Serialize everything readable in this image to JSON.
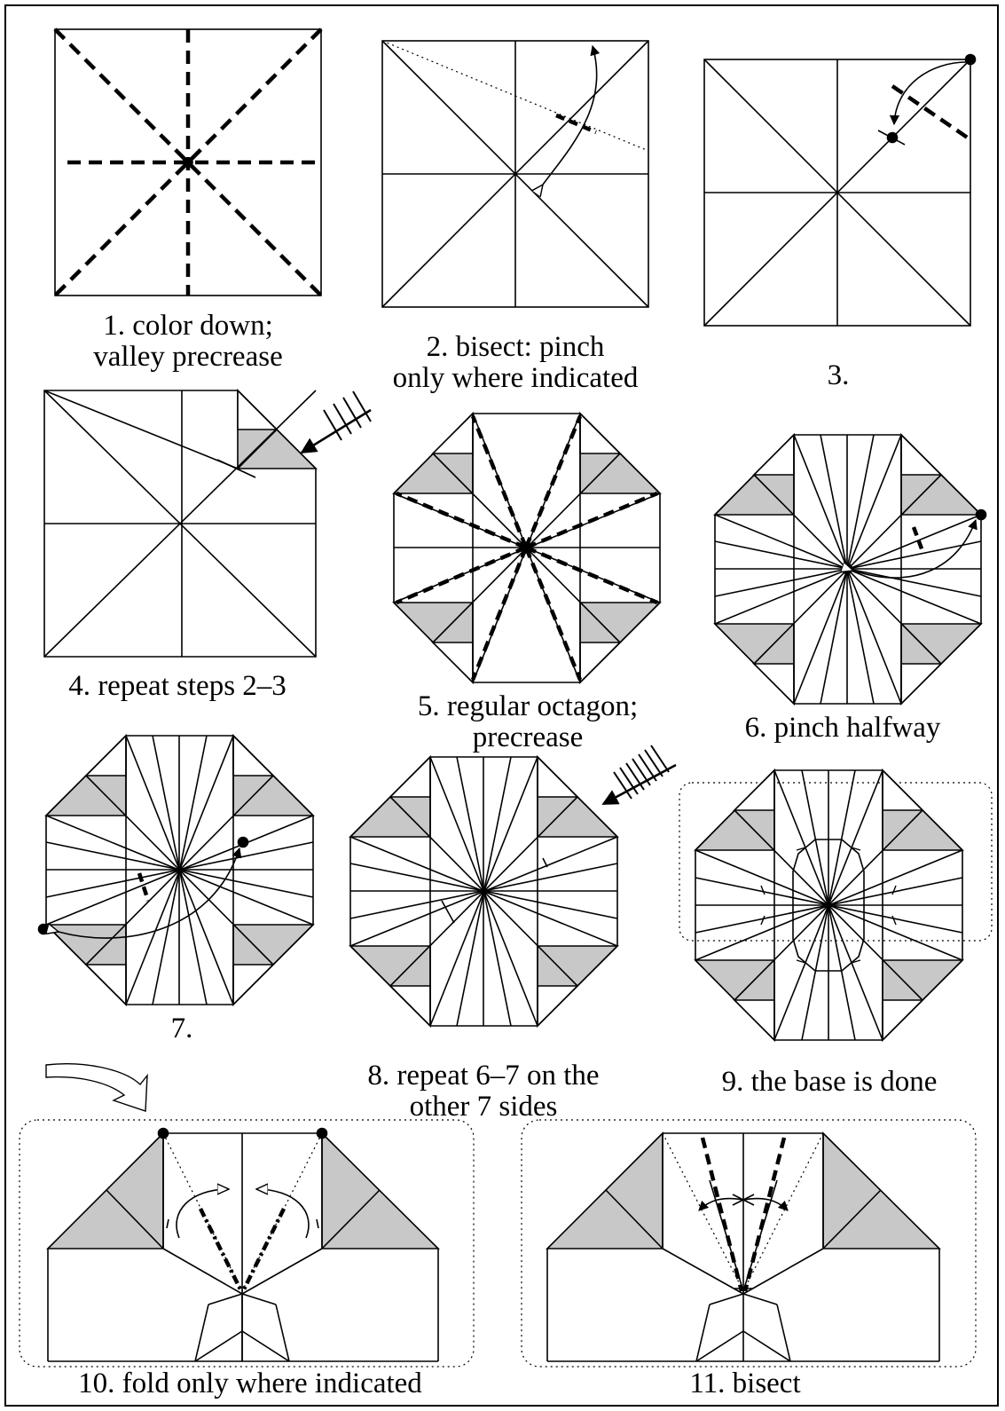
{
  "steps": [
    {
      "num": "1",
      "lines": [
        "1. color down;",
        "valley precrease"
      ]
    },
    {
      "num": "2",
      "lines": [
        "2. bisect: pinch",
        "only where indicated"
      ]
    },
    {
      "num": "3",
      "lines": [
        "3."
      ]
    },
    {
      "num": "4",
      "lines": [
        "4. repeat steps 2–3"
      ]
    },
    {
      "num": "5",
      "lines": [
        "5. regular octagon;",
        "precrease"
      ]
    },
    {
      "num": "6",
      "lines": [
        "6. pinch halfway"
      ]
    },
    {
      "num": "7",
      "lines": [
        "7."
      ]
    },
    {
      "num": "8",
      "lines": [
        "8. repeat 6–7 on the",
        "other 7 sides"
      ]
    },
    {
      "num": "9",
      "lines": [
        "9. the base is done"
      ]
    },
    {
      "num": "10",
      "lines": [
        "10. fold only where indicated"
      ]
    },
    {
      "num": "11",
      "lines": [
        "11. bisect"
      ]
    }
  ],
  "colors": {
    "paper_back": "#c8c8c8",
    "ink": "#000000",
    "paper": "#ffffff"
  },
  "icons": [
    "fold-arrow-icon",
    "repeat-arrow-icon",
    "turn-over-arrow-icon",
    "reference-dot-icon"
  ]
}
